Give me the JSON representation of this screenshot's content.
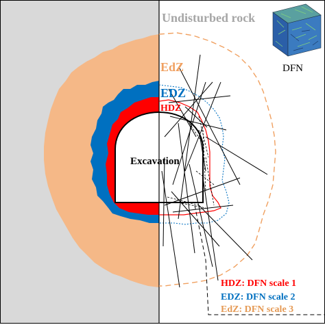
{
  "labels": {
    "undisturbed_rock": "Undisturbed rock",
    "edz_outer": "EdZ",
    "edz_inner": "EDZ",
    "hdz": "HDZ",
    "excavation": "Excavation",
    "dfn": "DFN"
  },
  "legend": {
    "hdz": "HDZ: DFN scale 1",
    "edz": "EDZ: DFN scale 2",
    "edz_outer": "EdZ: DFN scale 3"
  },
  "colors": {
    "undisturbed_gray": "#d9d9d9",
    "edz_outer": "#f5b887",
    "edz_inner": "#0070c0",
    "hdz": "#ff0000",
    "excavation": "#ffffff",
    "fracture": "#000000",
    "legend_hdz": "#ff0000",
    "legend_edz": "#0070c0",
    "legend_edz_outer": "#e59a55",
    "label_gray": "#a6a6a6"
  }
}
